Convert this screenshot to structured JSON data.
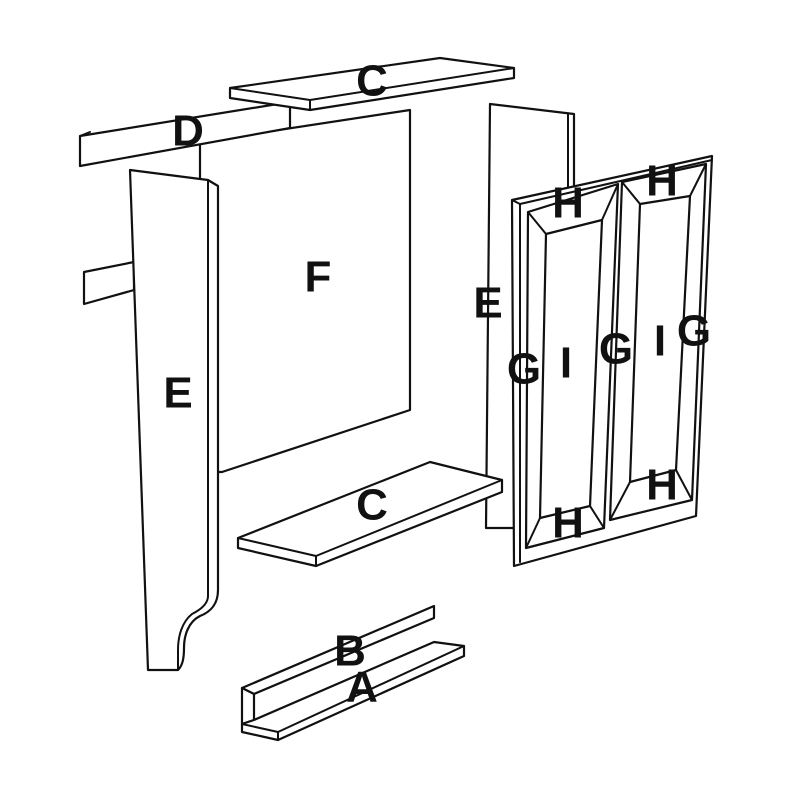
{
  "labels": {
    "top_shelf": "C",
    "rail": "D",
    "upper_peg": "",
    "back_panel": "F",
    "left_side": "E",
    "right_side": "E",
    "bottom_shelf": "C",
    "ledge_b": "B",
    "ledge_a": "A",
    "door_top_left": "H",
    "door_top_right": "H",
    "door_bottom_left": "H",
    "door_bottom_right": "H",
    "door_stile_left": "G",
    "door_stile_middle": "G",
    "door_stile_right": "G",
    "door_panel_left": "I",
    "door_panel_right": "I"
  }
}
